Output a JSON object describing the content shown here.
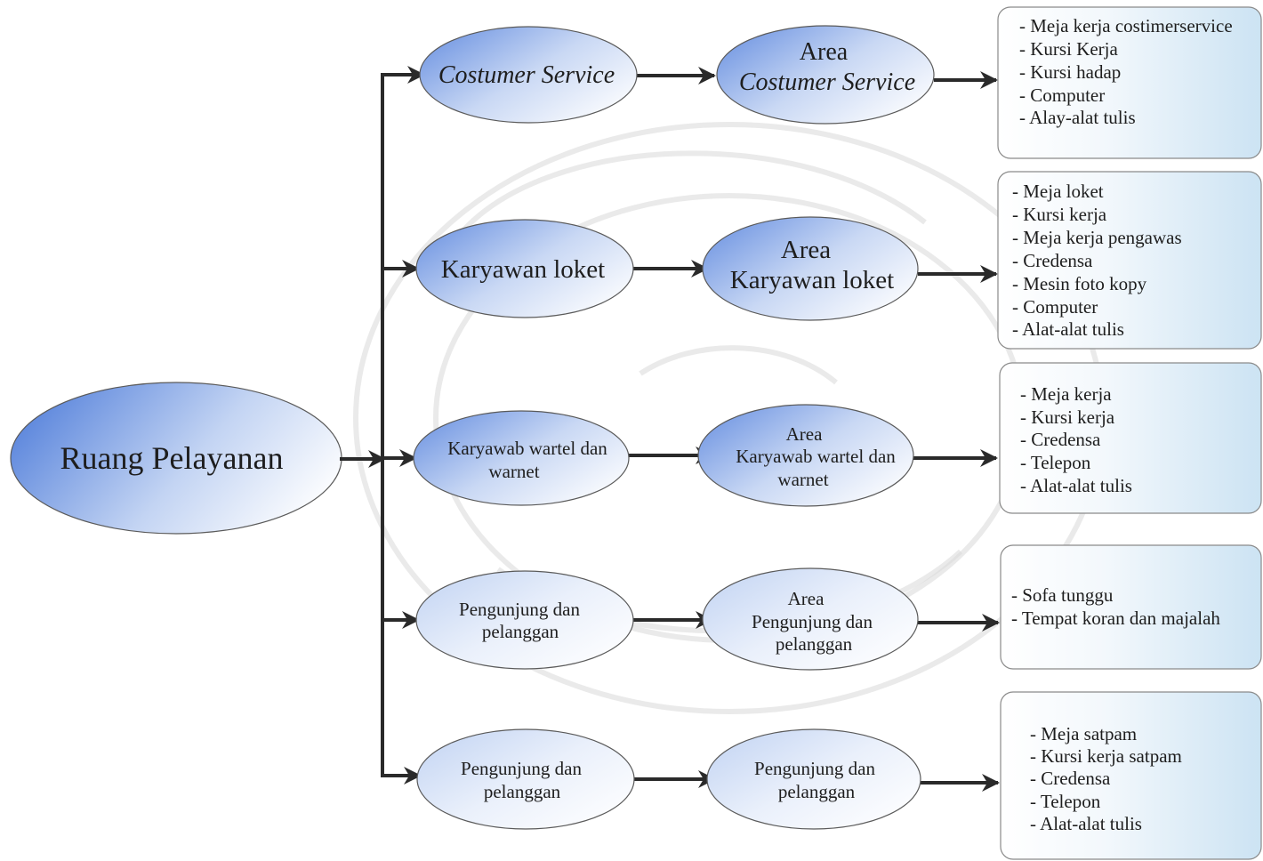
{
  "root": {
    "label": "Ruang Pelayanan"
  },
  "branches": [
    {
      "role": {
        "lines": [
          "Costumer Service"
        ]
      },
      "area": {
        "lines": [
          "Area",
          "Costumer Service"
        ]
      },
      "items": [
        "- Meja kerja costimerservice",
        "- Kursi Kerja",
        "- Kursi hadap",
        "- Computer",
        "- Alay-alat tulis"
      ]
    },
    {
      "role": {
        "lines": [
          "Karyawan loket"
        ]
      },
      "area": {
        "lines": [
          "Area",
          "Karyawan loket"
        ]
      },
      "items": [
        "- Meja loket",
        "- Kursi kerja",
        "- Meja kerja pengawas",
        "- Credensa",
        "- Mesin foto kopy",
        "- Computer",
        "- Alat-alat tulis"
      ]
    },
    {
      "role": {
        "lines": [
          "Karyawab wartel dan",
          "warnet"
        ]
      },
      "area": {
        "lines": [
          "Area",
          "Karyawab wartel dan",
          "warnet"
        ]
      },
      "items": [
        "- Meja kerja",
        "- Kursi kerja",
        "- Credensa",
        "- Telepon",
        "- Alat-alat tulis"
      ]
    },
    {
      "role": {
        "lines": [
          "Pengunjung dan",
          "pelanggan"
        ]
      },
      "area": {
        "lines": [
          "Area",
          "Pengunjung dan",
          "pelanggan"
        ]
      },
      "items": [
        "- Sofa tunggu",
        "- Tempat koran dan majalah"
      ]
    },
    {
      "role": {
        "lines": [
          "Pengunjung dan",
          "pelanggan"
        ]
      },
      "area": {
        "lines": [
          "Pengunjung dan",
          "pelanggan"
        ]
      },
      "items": [
        "- Meja satpam",
        "- Kursi kerja satpam",
        "- Credensa",
        "- Telepon",
        "- Alat-alat tulis"
      ]
    }
  ],
  "colors": {
    "node_blue": "#6f95e2",
    "node_pale": "#c4d5f3",
    "root_blue": "#5a85dc",
    "box_tint": "#cce3f3",
    "connector": "#2a2a2a"
  }
}
